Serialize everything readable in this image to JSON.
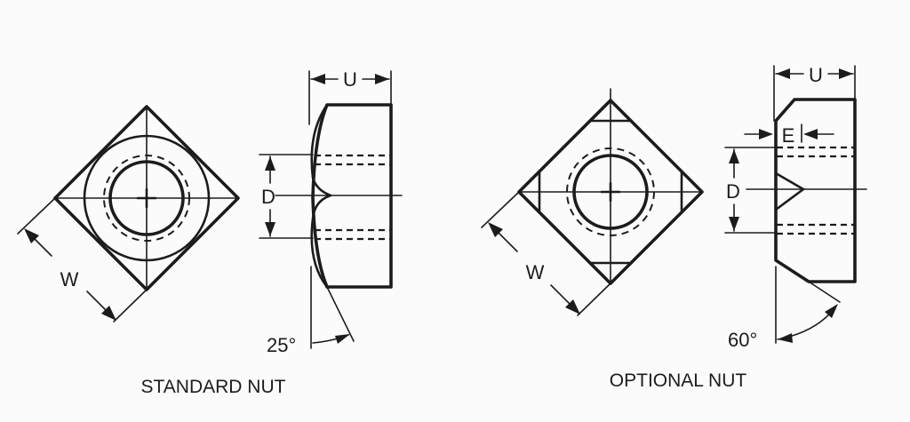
{
  "standard_nut": {
    "caption": "STANDARD NUT",
    "dim_width": "W",
    "dim_thickness": "U",
    "dim_bore": "D",
    "chamfer_angle": "25°"
  },
  "optional_nut": {
    "caption": "OPTIONAL NUT",
    "dim_width": "W",
    "dim_thickness": "U",
    "dim_bore": "D",
    "dim_chamfer": "E",
    "chamfer_angle": "60°"
  }
}
